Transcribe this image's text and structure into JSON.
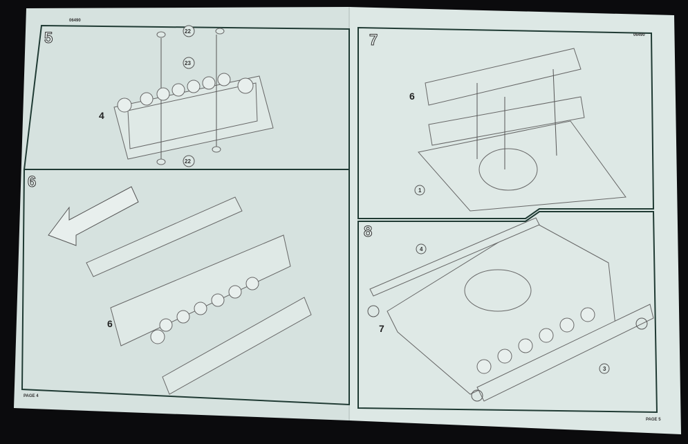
{
  "sheet": {
    "catalog_number_left": "06490",
    "catalog_number_right": "06490",
    "page_left": "PAGE 4",
    "page_right": "PAGE 5"
  },
  "steps": [
    {
      "number": "5",
      "callouts": [
        "22",
        "23",
        "22"
      ],
      "part_label": "4"
    },
    {
      "number": "6",
      "part_label": "6"
    },
    {
      "number": "7",
      "part_label": "6",
      "callouts": [
        "1"
      ]
    },
    {
      "number": "8",
      "part_label": "7",
      "callouts": [
        "4",
        "3"
      ]
    }
  ],
  "colors": {
    "paper": "#dde8e5",
    "frame": "#1f3a33",
    "background": "#0b0b0d"
  }
}
